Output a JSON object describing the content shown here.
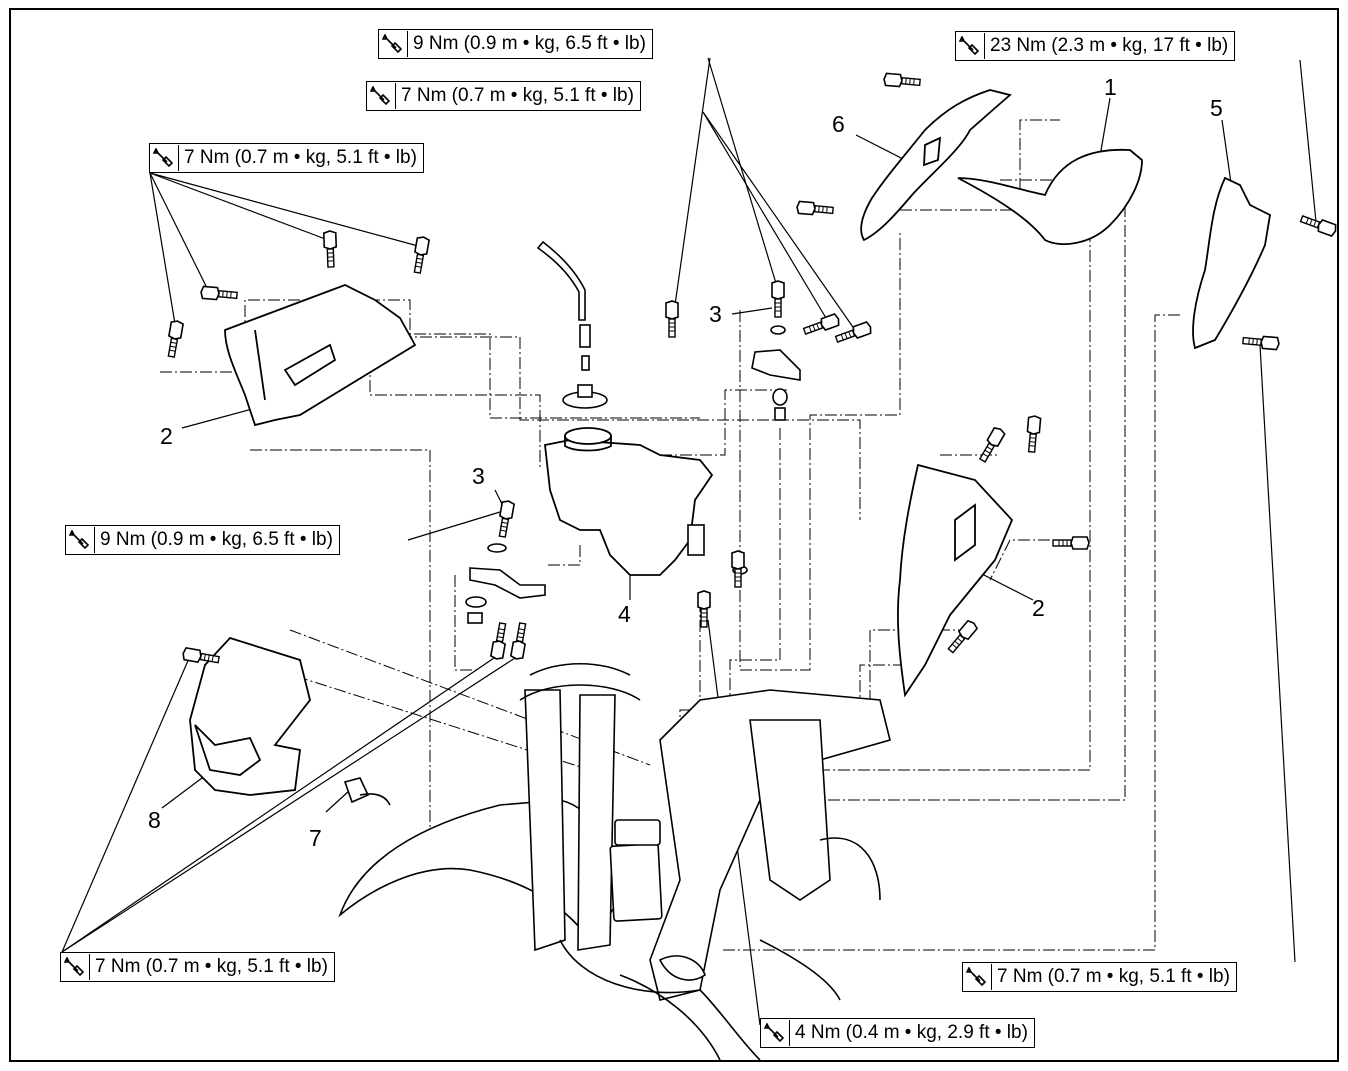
{
  "torque_specs": [
    {
      "value": "9 Nm (0.9 m • kg, 6.5 ft • lb)",
      "icon": "torque-wrench-icon"
    },
    {
      "value": "7 Nm (0.7 m • kg, 5.1 ft • lb)",
      "icon": "torque-wrench-icon"
    },
    {
      "value": "7 Nm (0.7 m • kg, 5.1 ft • lb)",
      "icon": "torque-wrench-icon"
    },
    {
      "value": "23 Nm (2.3 m • kg, 17 ft • lb)",
      "icon": "torque-wrench-icon"
    },
    {
      "value": "9 Nm (0.9 m • kg, 6.5 ft • lb)",
      "icon": "torque-wrench-icon"
    },
    {
      "value": "7 Nm (0.7 m • kg, 5.1 ft • lb)",
      "icon": "torque-wrench-icon"
    },
    {
      "value": "7 Nm (0.7 m • kg, 5.1 ft • lb)",
      "icon": "torque-wrench-icon"
    },
    {
      "value": "4 Nm (0.4 m • kg, 2.9 ft • lb)",
      "icon": "torque-wrench-icon"
    }
  ],
  "part_numbers": [
    "1",
    "2",
    "2",
    "3",
    "3",
    "4",
    "5",
    "6",
    "7",
    "8"
  ]
}
